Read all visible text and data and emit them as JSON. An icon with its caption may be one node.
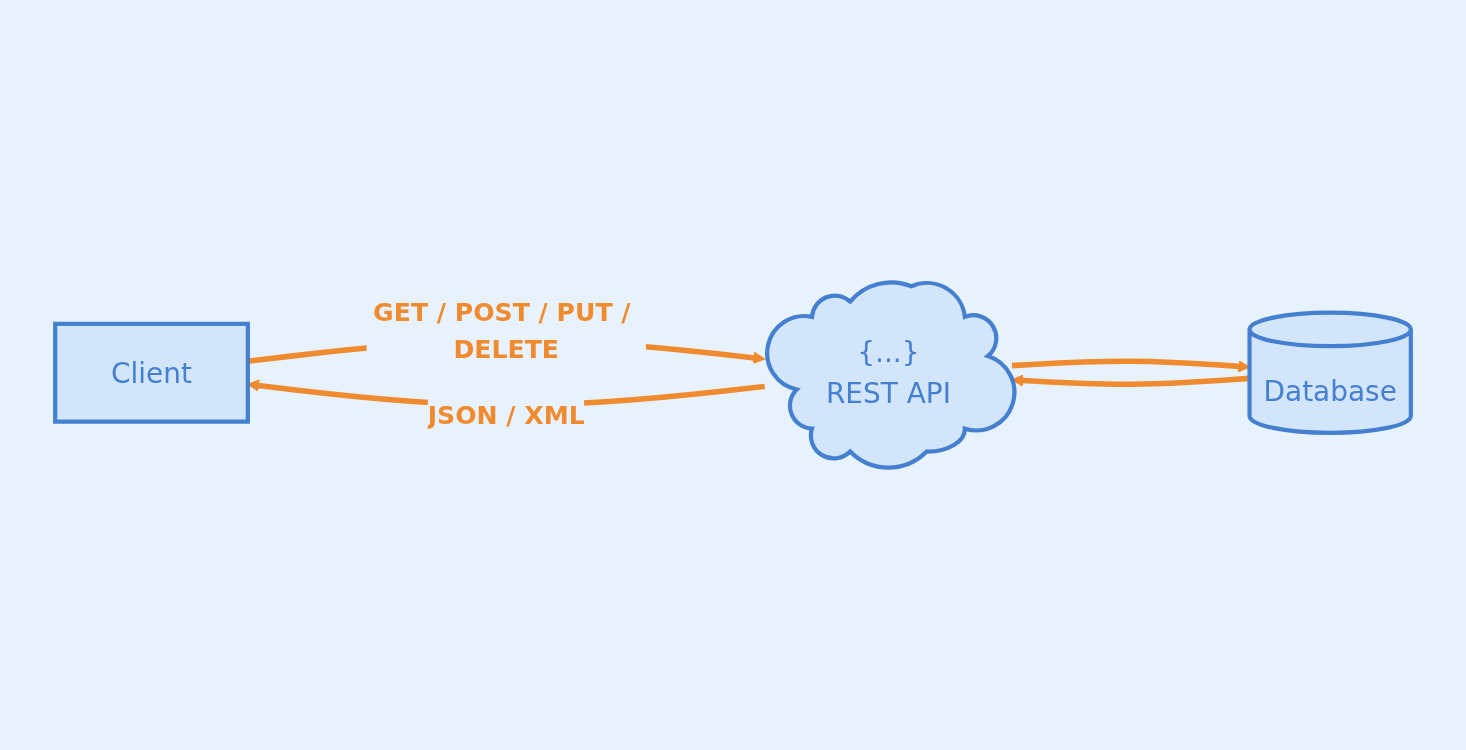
{
  "diagram": {
    "nodes": [
      {
        "text": [
          "Client"
        ]
      },
      {
        "text": [
          "{...}",
          "REST API"
        ]
      },
      {
        "text": [
          "Database"
        ]
      }
    ],
    "edges": [
      {
        "from": 0,
        "to": 1,
        "arrow": "to",
        "label": "GET / POST / PUT / DELETE"
      },
      {
        "from": 1,
        "to": 0,
        "arrow": "to",
        "label": "JSON / XML"
      },
      {
        "from": 1,
        "to": 2,
        "arrow": "to"
      },
      {
        "from": 2,
        "to": 1,
        "arrow": "to"
      }
    ]
  }
}
